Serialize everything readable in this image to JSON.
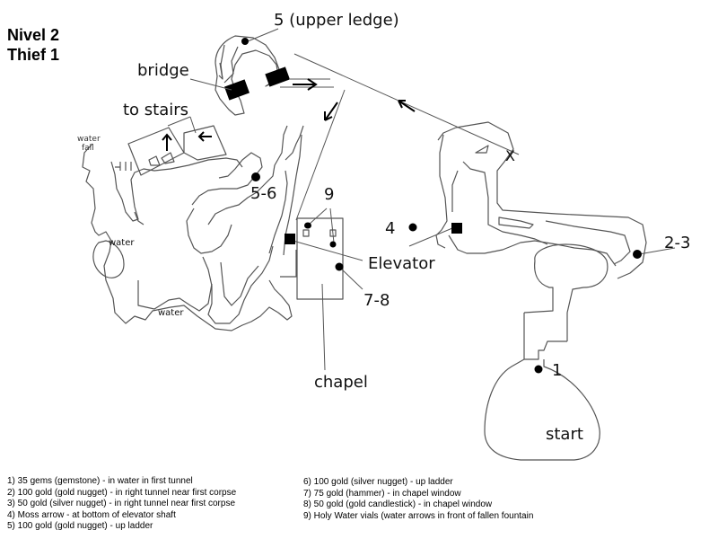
{
  "title": {
    "level": "Nivel 2",
    "mission": "Thief 1"
  },
  "map_labels": {
    "upper_ledge": "5 (upper ledge)",
    "bridge": "bridge",
    "to_stairs": "to stairs",
    "water_fall": [
      "water",
      "fall"
    ],
    "water_1": "water",
    "water_2": "water",
    "label_5_6": "5-6",
    "label_9": "9",
    "label_4": "4",
    "elevator": "Elevator",
    "label_7_8": "7-8",
    "chapel": "chapel",
    "label_2_3": "2-3",
    "label_1": "1",
    "start": "start",
    "x_mark": "X"
  },
  "legend": {
    "left": [
      "1) 35 gems (gemstone) - in water in first tunnel",
      "2) 100 gold (gold nugget) - in right tunnel near first corpse",
      "3) 50 gold (silver nugget) - in right tunnel near first corpse",
      "4) Moss arrow - at bottom of elevator shaft",
      "5) 100 gold (gold nugget) - up ladder"
    ],
    "right": [
      "6) 100 gold (silver nugget) - up ladder",
      "7) 75 gold (hammer) - in chapel window",
      "8) 50 gold (gold candlestick) - in chapel window",
      "9) Holy Water vials (water arrows in front of fallen fountain"
    ]
  }
}
